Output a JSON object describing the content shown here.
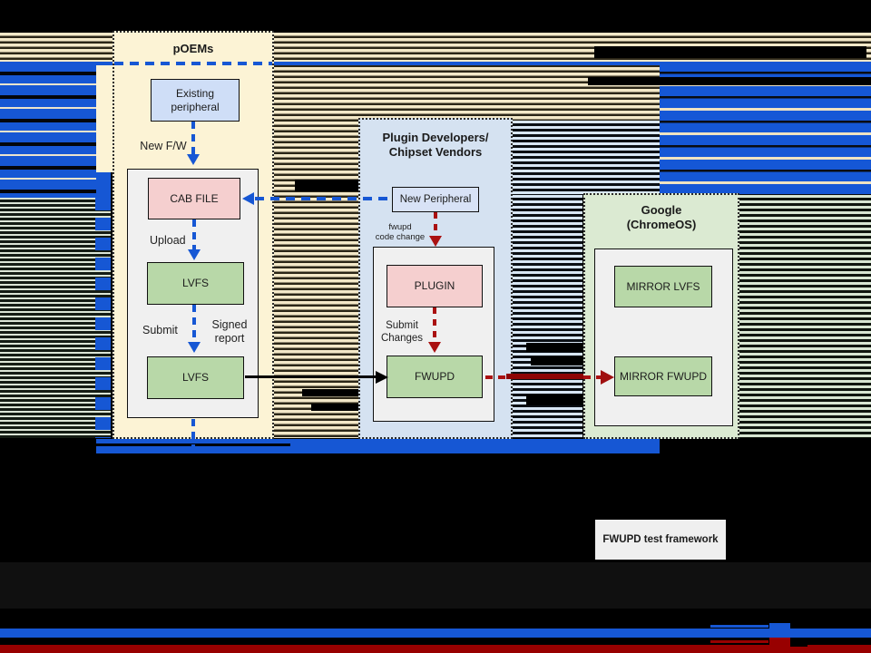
{
  "colors": {
    "blue_accent": "#1657d4",
    "dark_red": "#980000",
    "cream_panel": "#fcf3d5",
    "blue_panel": "#d5e2f1",
    "green_panel": "#dbead2",
    "pink_box": "#f5cfcf",
    "green_box": "#b8d8a8",
    "light_blue_box": "#cfdef7",
    "inner_box_gray": "#f0f0f0",
    "tan_stripe": "#f3e8c8"
  },
  "poems": {
    "title": "pOEMs",
    "existing_peripheral_line1": "Existing",
    "existing_peripheral_line2": "peripheral",
    "new_fw_label": "New F/W",
    "cab_file_label": "CAB FILE",
    "upload_label": "Upload",
    "lvfs_upper_label": "LVFS",
    "submit_label": "Submit",
    "signed_report_line1": "Signed",
    "signed_report_line2": "report",
    "lvfs_lower_label": "LVFS"
  },
  "plugin": {
    "title_line1": "Plugin Developers/",
    "title_line2": "Chipset Vendors",
    "new_peripheral_label": "New Peripheral",
    "code_change_line1": "fwupd",
    "code_change_line2": "code change",
    "plugin_label": "PLUGIN",
    "submit_changes_line1": "Submit",
    "submit_changes_line2": "Changes",
    "fwupd_label": "FWUPD"
  },
  "google": {
    "title_line1": "Google",
    "title_line2": "(ChromeOS)",
    "mirror_lvfs_label": "MIRROR LVFS",
    "mirror_fwupd_label": "MIRROR FWUPD"
  },
  "footer": {
    "test_framework_label": "FWUPD test framework"
  }
}
